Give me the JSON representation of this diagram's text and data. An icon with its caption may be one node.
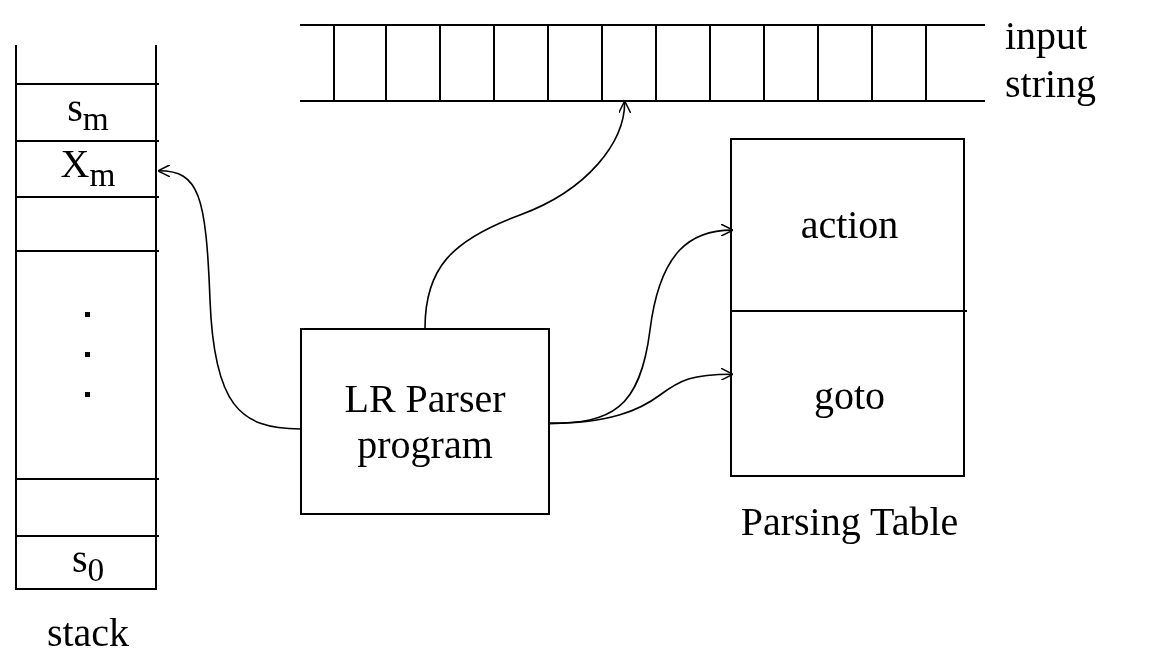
{
  "diagram": {
    "nodes": [
      {
        "text": [
          "stack"
        ]
      },
      {
        "text": [
          "s$_{m}$"
        ],
        "in": 0
      },
      {
        "text": [
          "X$_{m}$"
        ],
        "in": 0
      },
      {
        "text": [],
        "shape": "box",
        "in": 0
      },
      {
        "text": [],
        "shape": "box",
        "in": 0
      },
      {
        "text": [],
        "shape": "box",
        "in": 0
      },
      {
        "text": [
          "s$_{0}$"
        ],
        "in": 0
      },
      {
        "text": [
          "input string"
        ]
      },
      {
        "text": [
          "LR Parser program"
        ]
      },
      {
        "text": [
          "Parsing Table"
        ]
      },
      {
        "text": [
          "action"
        ],
        "in": 9
      },
      {
        "text": [
          "goto"
        ],
        "in": 9
      }
    ],
    "edges": [
      {
        "from": 8,
        "to": 2,
        "arrow": "to"
      },
      {
        "from": 8,
        "to": 7,
        "arrow": "to"
      },
      {
        "from": 8,
        "to": 10,
        "arrow": "to"
      },
      {
        "from": 8,
        "to": 11,
        "arrow": "to"
      }
    ]
  }
}
